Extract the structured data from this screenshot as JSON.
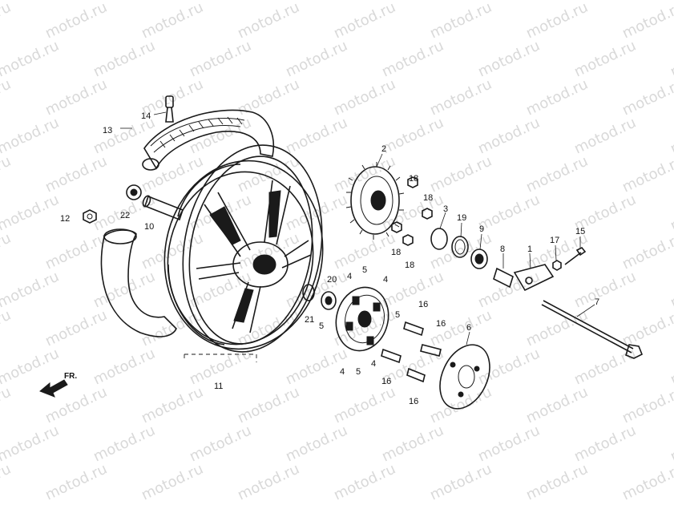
{
  "watermark": {
    "text": "motod.ru"
  },
  "direction_marker": {
    "label": "FR."
  },
  "callouts": {
    "c1": "1",
    "c2": "2",
    "c3": "3",
    "c4": "4",
    "c5": "5",
    "c6": "6",
    "c7": "7",
    "c8": "8",
    "c9": "9",
    "c10": "10",
    "c11": "11",
    "c12": "12",
    "c13": "13",
    "c14": "14",
    "c15": "15",
    "c16": "16",
    "c17": "17",
    "c18": "18",
    "c19": "19",
    "c20": "20",
    "c21": "21",
    "c22": "22"
  }
}
